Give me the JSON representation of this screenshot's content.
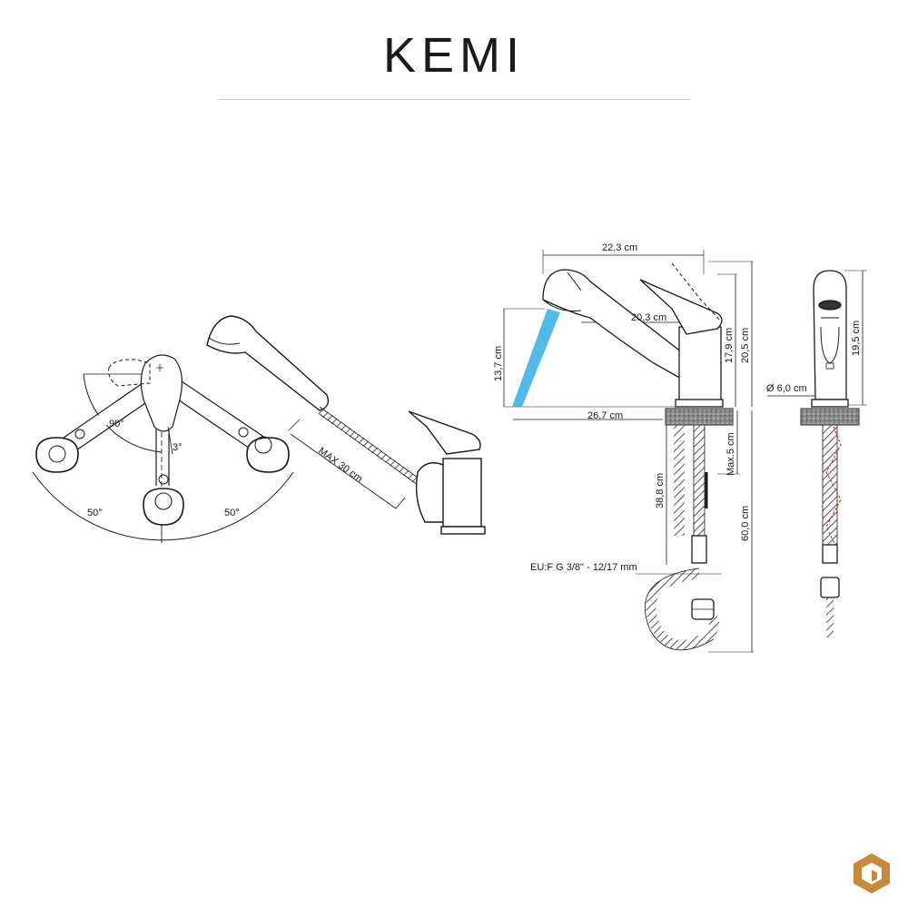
{
  "title": "KEMI",
  "top_view": {
    "angle_90": "90°",
    "angle_3": "3°",
    "angle_50_left": "50°",
    "angle_50_right": "50°"
  },
  "pullout_view": {
    "max_hose": "MAX 30 cm"
  },
  "side_view": {
    "width_22_3": "22,3 cm",
    "reach_20_3": "20,3 cm",
    "height_13_7": "13,7 cm",
    "height_17_9": "17,9 cm",
    "height_20_5": "20,5 cm",
    "reach_26_7": "26,7 cm",
    "shank_38_8": "38,8 cm",
    "max_5": "Max.5 cm",
    "hose_60_0": "60,0 cm",
    "connection": "EU:F G 3/8\" - 12/17 mm"
  },
  "front_view": {
    "height_19_5": "19,5 cm",
    "diameter": "Ø 6,0 cm"
  },
  "colors": {
    "line": "#1a1a1a",
    "water": "#3db4e6",
    "hot_line": "#d8322a",
    "logo": "#c9883a"
  }
}
